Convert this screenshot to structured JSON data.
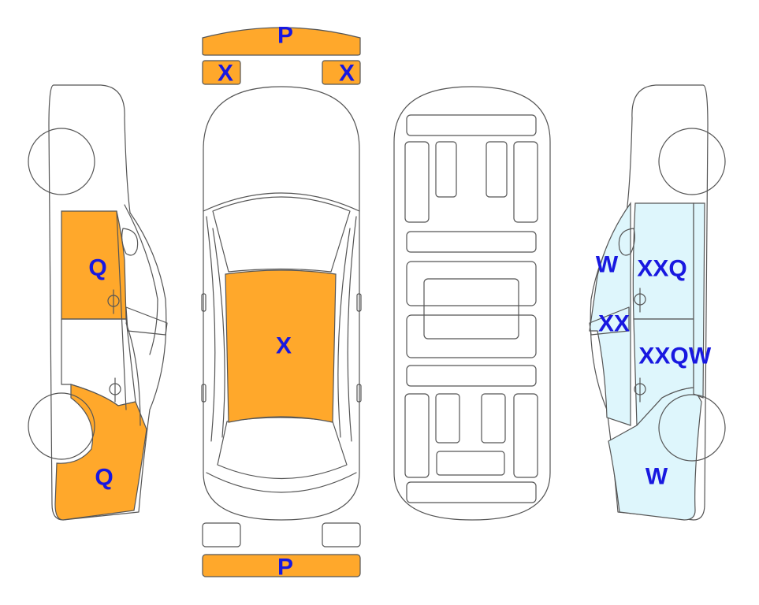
{
  "colors": {
    "damaged": "#ffa82b",
    "light_damage": "#def6fc",
    "label": "#1818e0",
    "outline": "#555555"
  },
  "labels": {
    "front_bumper": "P",
    "front_left_light": "X",
    "front_right_light": "X",
    "rear_bumper": "P",
    "roof": "X",
    "left_front_door": "Q",
    "left_rear_quarter": "Q",
    "right_a_pillar": "W",
    "right_front_door": "XXQ",
    "right_mirror": "XX",
    "right_rear_door_a": "XXQ",
    "right_rear_door_b": "W",
    "right_rear_quarter": "W"
  }
}
